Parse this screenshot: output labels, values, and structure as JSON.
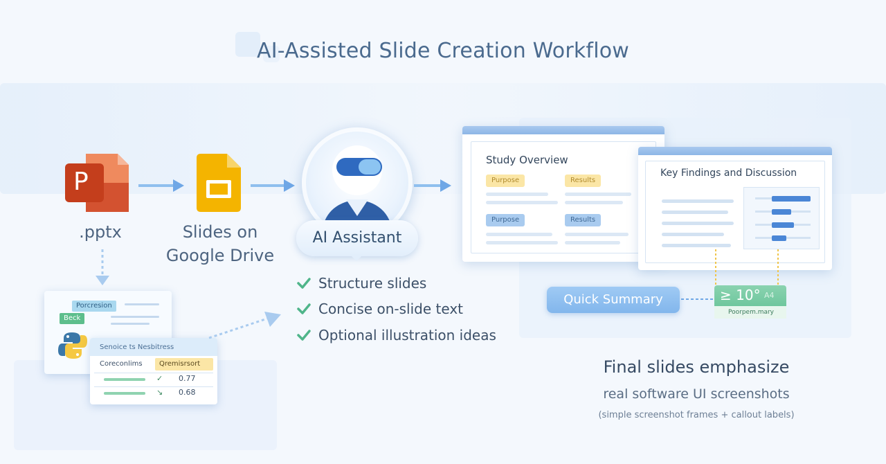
{
  "title": "AI-Assisted Slide Creation Workflow",
  "pptx": {
    "label": ".pptx",
    "icon": "powerpoint-icon",
    "letter": "P"
  },
  "google_slides": {
    "label_line1": "Slides on",
    "label_line2": "Google Drive",
    "icon": "google-slides-icon"
  },
  "ai": {
    "label": "AI Assistant",
    "icon": "ai-avatar-icon"
  },
  "checklist": [
    "Structure slides",
    "Concise on-slide text",
    "Optional illustration ideas"
  ],
  "slide1": {
    "title": "Study Overview",
    "tags": [
      "Purpose",
      "Results",
      "Purpose",
      "Results"
    ]
  },
  "slide2": {
    "title": "Key Findings and Discussion",
    "bars": [
      0.8,
      0.4,
      0.45,
      0.3
    ]
  },
  "quick_summary": "Quick Summary",
  "green_badge": {
    "value": "≥ 10°",
    "extra": "A4",
    "sub": "Poorpem.mary"
  },
  "final": {
    "line1": "Final slides emphasize",
    "line2": "real software UI screenshots",
    "line3": "(simple screenshot frames + callout labels)"
  },
  "cards": {
    "back": {
      "tag1": "Porcresion",
      "tag2": "Beck"
    },
    "front": {
      "header": "Senoice ts Nesbitress",
      "col1": "Coreconlims",
      "col2": "Qremisrsort",
      "rows": [
        {
          "mark": "✓",
          "value": "0.77"
        },
        {
          "mark": "↘",
          "value": "0.68"
        }
      ]
    }
  },
  "colors": {
    "accent": "#6fa7e6",
    "check": "#4fb58a",
    "ppt_red": "#d35230",
    "slides_yellow": "#f4b400"
  }
}
